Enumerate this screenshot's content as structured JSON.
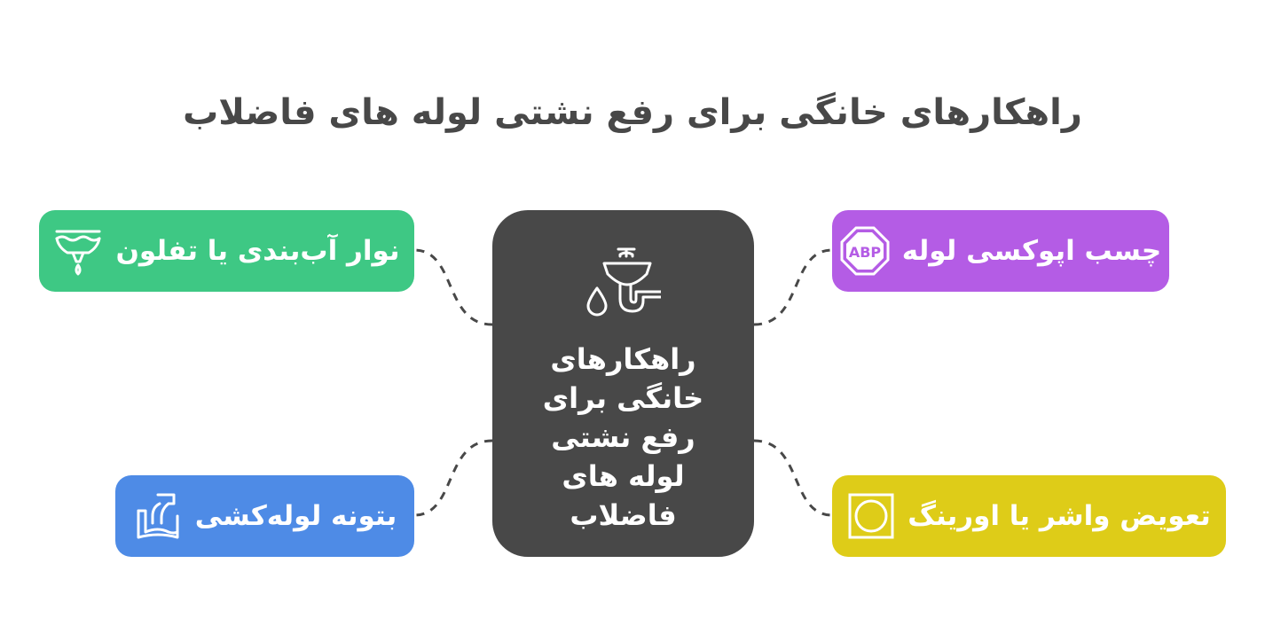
{
  "title": "راهکارهای خانگی برای رفع نشتی لوله های فاضلاب",
  "center": {
    "lines": [
      "راهکارهای",
      "خانگی برای",
      "رفع نشتی",
      "لوله های",
      "فاضلاب"
    ],
    "icon": "sink-pipe-icon",
    "color": "#484848"
  },
  "nodes": {
    "epoxy": {
      "label": "چسب اپوکسی لوله",
      "icon": "abp-badge-icon",
      "color": "#b45ce5"
    },
    "washer": {
      "label": "تعویض واشر یا اورینگ",
      "icon": "o-ring-icon",
      "color": "#decc18"
    },
    "tape": {
      "label": "نوار آب‌بندی یا تفلون",
      "icon": "leak-tape-icon",
      "color": "#3ec884"
    },
    "putty": {
      "label": "بتونه لوله‌کشی",
      "icon": "pipe-putty-icon",
      "color": "#4e8be6"
    }
  }
}
